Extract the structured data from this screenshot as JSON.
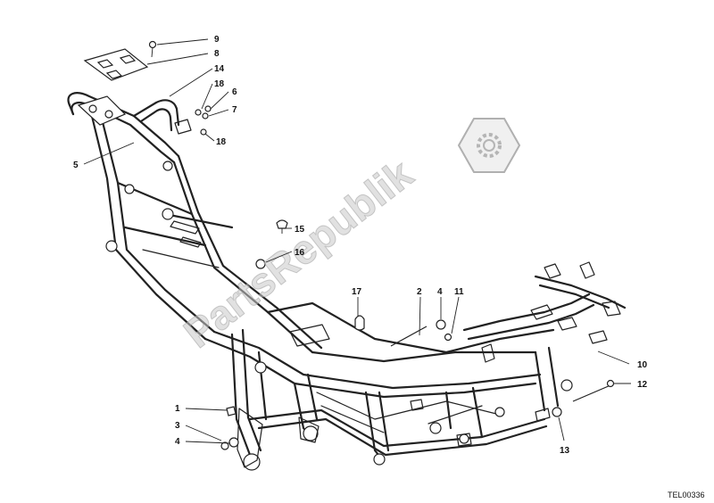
{
  "diagram": {
    "callouts": [
      {
        "id": "9",
        "text": "9"
      },
      {
        "id": "8",
        "text": "8"
      },
      {
        "id": "14",
        "text": "14"
      },
      {
        "id": "18a",
        "text": "18"
      },
      {
        "id": "6",
        "text": "6"
      },
      {
        "id": "7",
        "text": "7"
      },
      {
        "id": "18b",
        "text": "18"
      },
      {
        "id": "5",
        "text": "5"
      },
      {
        "id": "15",
        "text": "15"
      },
      {
        "id": "16",
        "text": "16"
      },
      {
        "id": "17",
        "text": "17"
      },
      {
        "id": "2",
        "text": "2"
      },
      {
        "id": "4a",
        "text": "4"
      },
      {
        "id": "11",
        "text": "11"
      },
      {
        "id": "10",
        "text": "10"
      },
      {
        "id": "12",
        "text": "12"
      },
      {
        "id": "13",
        "text": "13"
      },
      {
        "id": "1",
        "text": "1"
      },
      {
        "id": "3",
        "text": "3"
      },
      {
        "id": "4b",
        "text": "4"
      }
    ],
    "drawing_code": "TEL00336"
  },
  "watermark": {
    "text": "PartsRepublik",
    "icon": "gear-icon",
    "color": "#c8c8c8"
  }
}
